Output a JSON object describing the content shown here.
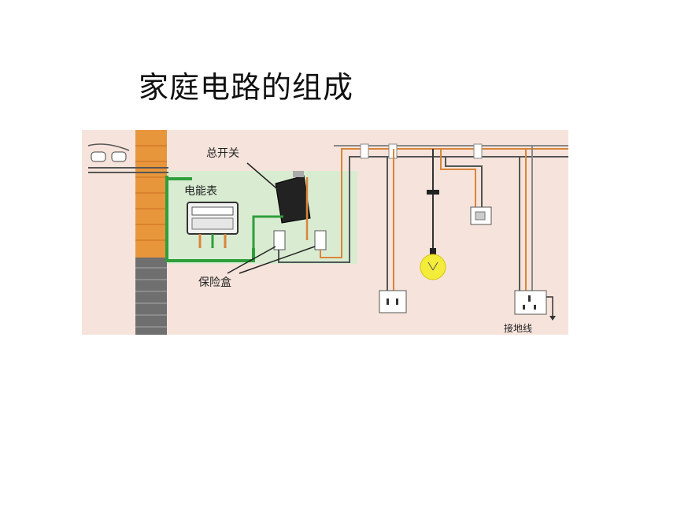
{
  "slide": {
    "title": "家庭电路的组成"
  },
  "diagram": {
    "labels": {
      "main_switch": "总开关",
      "meter": "电能表",
      "fuse_box": "保险盒",
      "ground": "接地线"
    }
  },
  "colors": {
    "background": "#ffffff",
    "diagram_bg": "#f6e4dc",
    "panel_green": "#d9ecd2",
    "wire_green": "#2f9e3c",
    "wire_orange": "#d9853a",
    "wall_brick": "#e8963c",
    "wall_gray": "#6f6f6f",
    "bulb_yellow": "#f4ec3a"
  },
  "icons": [
    "lightbulb-icon",
    "ground-arrow-icon",
    "insulator-icon"
  ]
}
